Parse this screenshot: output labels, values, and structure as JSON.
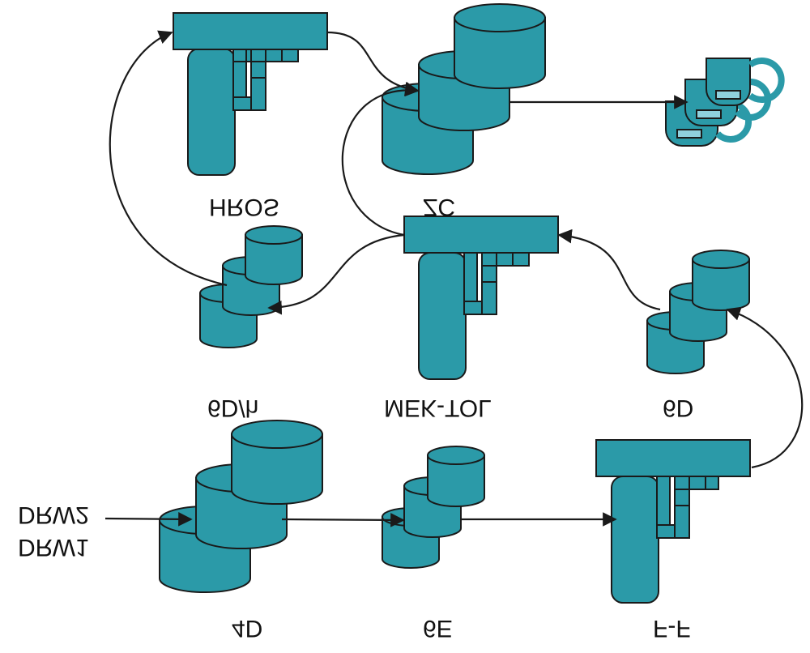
{
  "labels": {
    "hros": "HROS",
    "zc": "ZC",
    "gdh": "6D/h",
    "mek_tol": "MEK-TOL",
    "gd": "6D",
    "dr_line1": "DRW2",
    "dr_line2": "DRW1",
    "d4": "4D",
    "ge": "6E",
    "ff": "F-F"
  },
  "colors": {
    "fill": "#2b9aa8",
    "stroke": "#1a1a1a",
    "chip": "#8fd1de"
  }
}
